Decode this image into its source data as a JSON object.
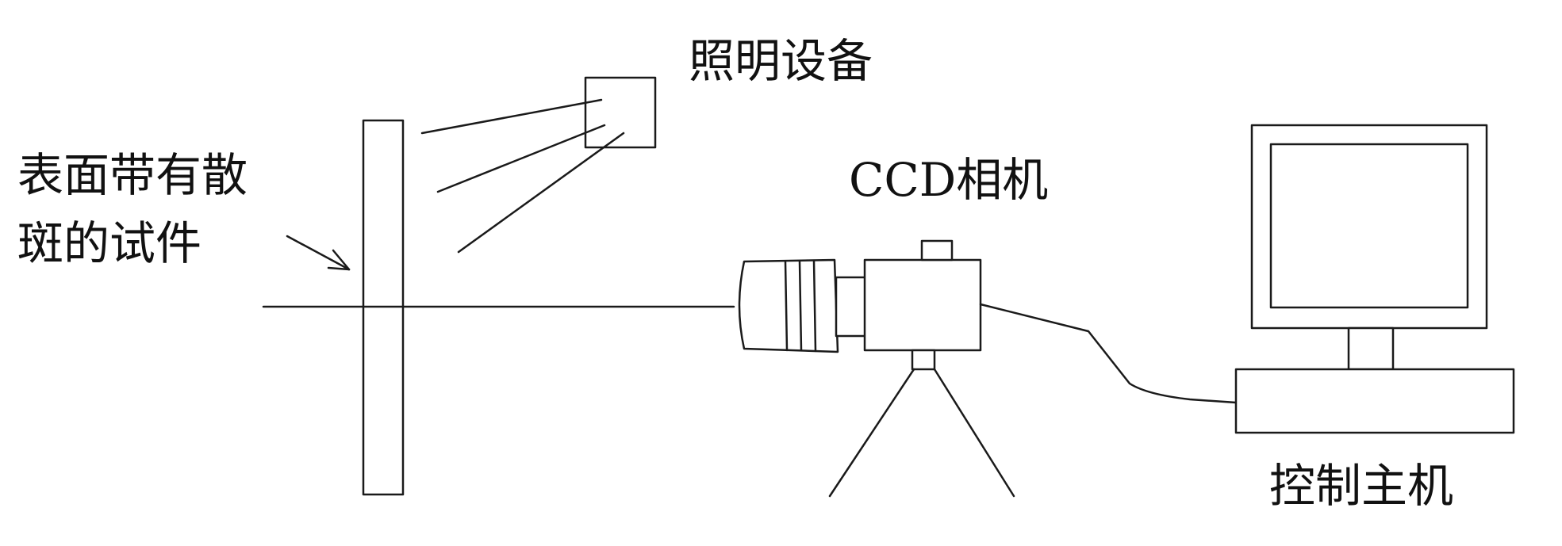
{
  "labels": {
    "specimen": "表面带有散斑的试件",
    "lighting": "照明设备",
    "ccd_camera": "CCD相机",
    "control_host": "控制主机"
  },
  "colors": {
    "ink": "#1a1a1a",
    "background": "#ffffff"
  }
}
